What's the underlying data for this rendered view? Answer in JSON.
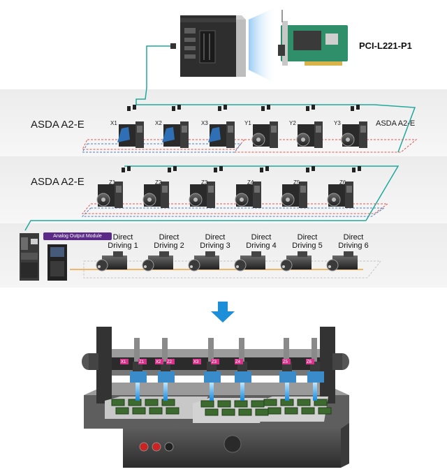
{
  "card_label": "PCI-L221-P1",
  "row1": {
    "title": "ASDA A2-E",
    "right_title": "ASDA A2-E",
    "axes": [
      "X1",
      "X2",
      "X3",
      "Y1",
      "Y2",
      "Y3"
    ]
  },
  "row2": {
    "title": "ASDA A2-E",
    "axes": [
      "Z1",
      "Z2",
      "Z3",
      "Z4",
      "Z5",
      "Z6"
    ]
  },
  "row3": {
    "module_label": "Analog Output Module",
    "drives": [
      [
        "Direct",
        "Driving 1"
      ],
      [
        "Direct",
        "Driving 2"
      ],
      [
        "Direct",
        "Driving 3"
      ],
      [
        "Direct",
        "Driving 4"
      ],
      [
        "Direct",
        "Driving 5"
      ],
      [
        "Direct",
        "Driving 6"
      ]
    ]
  },
  "machine": {
    "head_marks": [
      "X1",
      "Z1",
      "X2",
      "Z2",
      "X3",
      "Z3",
      "Z4",
      "Z5",
      "Z6"
    ]
  },
  "colors": {
    "cable": "#1fa89c",
    "red_dash": "#e0574f",
    "blue_dash": "#4a7fc1",
    "arrow": "#1d8fd8",
    "orange_wire": "#f2a23a",
    "module": "#5b2a86"
  }
}
